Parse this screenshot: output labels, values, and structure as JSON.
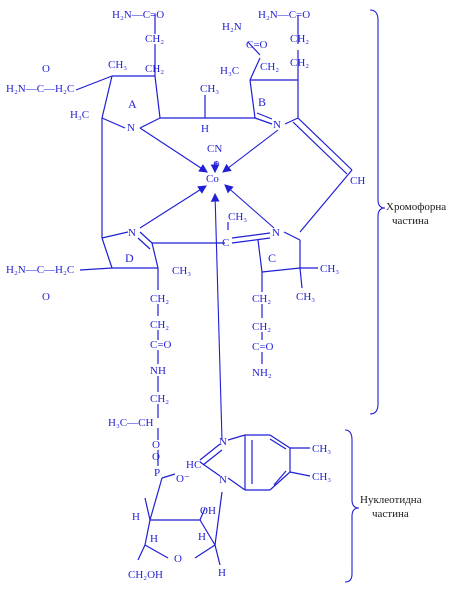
{
  "colors": {
    "structure": "#1f1fd6",
    "brace": "#1f1fd6",
    "side_text": "#1a1a1a"
  },
  "labels": {
    "a1": "H₂N—C=O",
    "a2": "CH₂",
    "a3": "CH₂",
    "a4": "CH₃",
    "a5": "H₂N—C—H₂C",
    "a6": "O",
    "a7": "H₃C",
    "ring_a": "A",
    "n1": "N",
    "ch3a": "CH₃",
    "ha": "H",
    "b1": "H₂N—C=O",
    "b2": "H₂N",
    "b3": "C=O",
    "b4": "CH₂",
    "b5": "H₃C",
    "b6": "CH₂",
    "b7": "CH₂",
    "ring_b": "B",
    "n2": "N",
    "cn": "CN",
    "co": "Co",
    "plus": "⊕",
    "ch": "CH",
    "n3": "N",
    "ring_d": "D",
    "ch3d": "CH₃",
    "d1": "H₂N—C—H₂C",
    "d2": "O",
    "ch3c": "CH₃",
    "c1": "C",
    "n4": "N",
    "ring_c": "C",
    "c2": "CH₃",
    "c3": "CH₃",
    "e1": "CH₂",
    "e2": "CH₂",
    "e3": "C=O",
    "e4": "NH",
    "e5": "CH₂",
    "e6": "H₃C—CH",
    "e7": "O",
    "f1": "CH₂",
    "f2": "CH₂",
    "f3": "C=O",
    "f4": "NH₂",
    "g1": "N",
    "g2": "HC",
    "g3": "N",
    "g4": "CH₃",
    "g5": "CH₃",
    "p1": "P",
    "p2": "O",
    "p3": "O⁻",
    "s1": "H",
    "s2": "OH",
    "s3": "H",
    "s4": "H",
    "s5": "O",
    "s6": "CH₂OH",
    "s7": "H"
  },
  "side_labels": {
    "chromophore": [
      "Хромофорна",
      "частина"
    ],
    "nucleotide": [
      "Нуклеотидна",
      "частина"
    ]
  }
}
